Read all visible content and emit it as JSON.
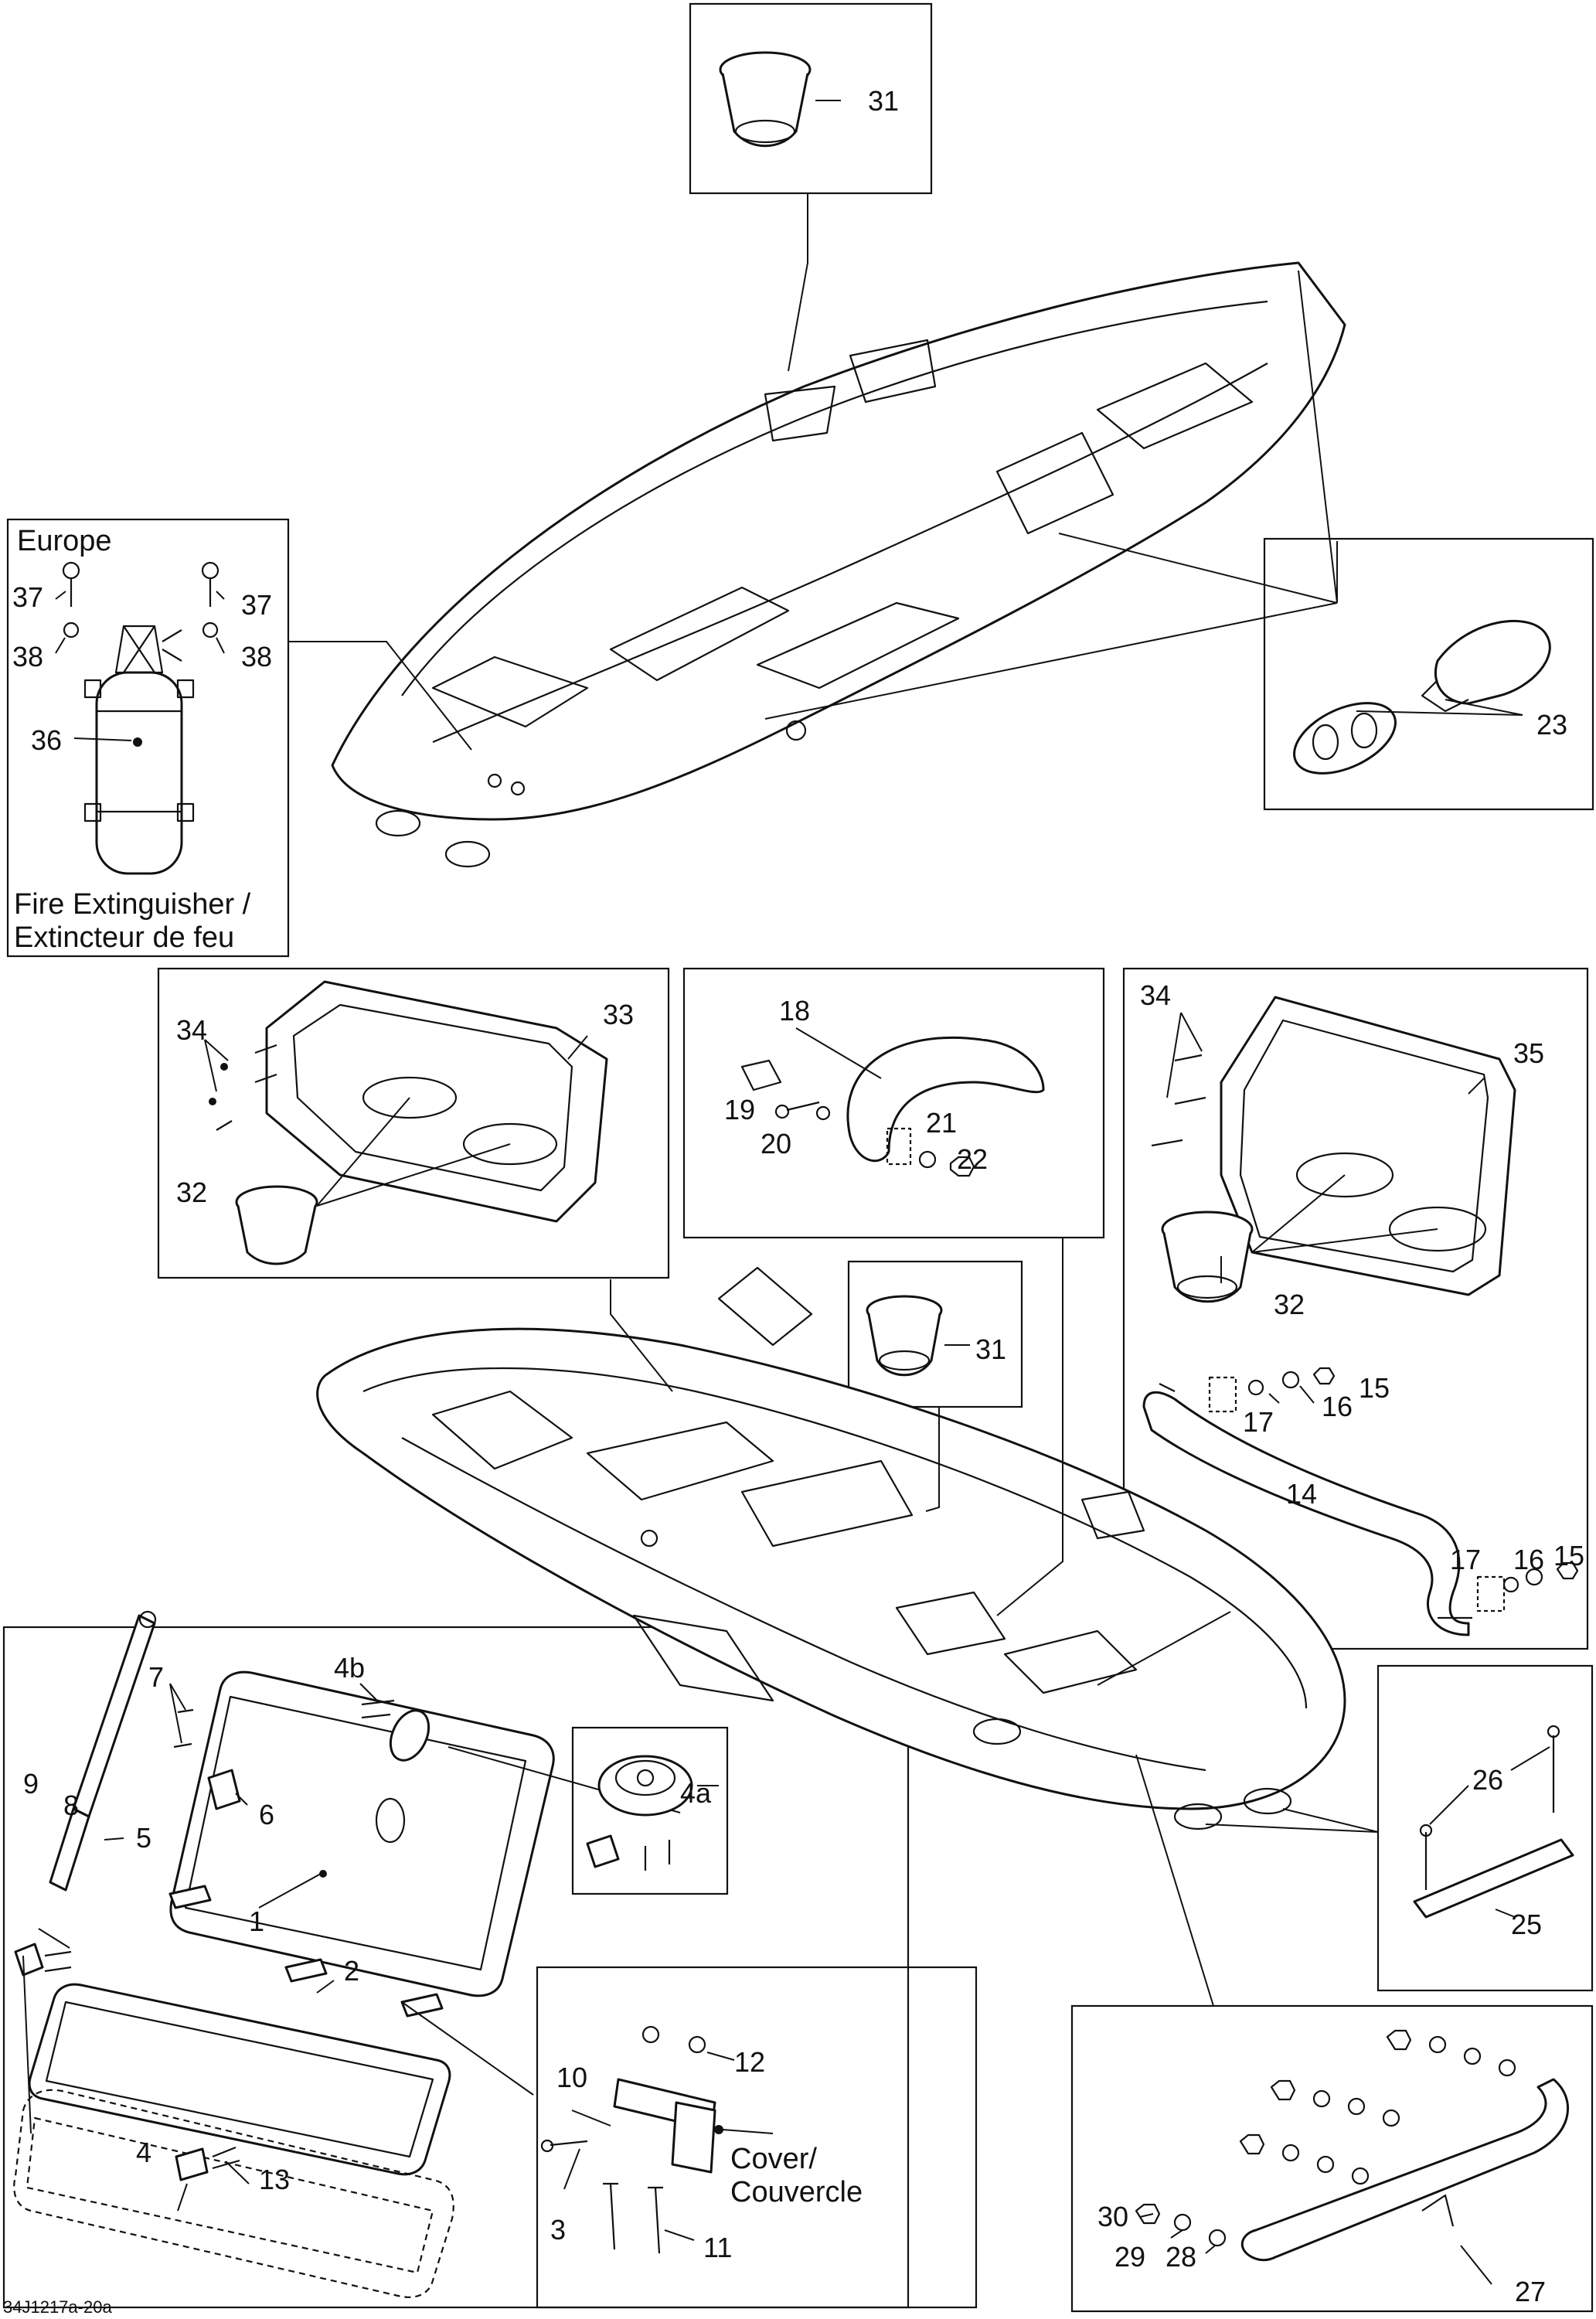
{
  "labels": {
    "europe": "Europe",
    "fire_ext_line1": "Fire Extinguisher /",
    "fire_ext_line2": "Extincteur de feu",
    "cover_line1": "Cover/",
    "cover_line2": "Couvercle",
    "drawing_ref": "34J1217a-20a"
  },
  "callouts": {
    "c31a": "31",
    "c23": "23",
    "c37a": "37",
    "c37b": "37",
    "c38a": "38",
    "c38b": "38",
    "c36": "36",
    "c34a": "34",
    "c33": "33",
    "c32a": "32",
    "c18": "18",
    "c19": "19",
    "c20": "20",
    "c21": "21",
    "c22": "22",
    "c34b": "34",
    "c35": "35",
    "c32b": "32",
    "c15a": "15",
    "c16a": "16",
    "c17a": "17",
    "c14": "14",
    "c15b": "15",
    "c16b": "16",
    "c17b": "17",
    "c31b": "31",
    "c7": "7",
    "c4b": "4b",
    "c6": "6",
    "c9": "9",
    "c8": "8",
    "c5": "5",
    "c1": "1",
    "c2": "2",
    "c4": "4",
    "c13": "13",
    "c4a": "4a",
    "c10": "10",
    "c12": "12",
    "c3": "3",
    "c11": "11",
    "c26": "26",
    "c25": "25",
    "c30": "30",
    "c29": "29",
    "c28": "28",
    "c27": "27"
  }
}
